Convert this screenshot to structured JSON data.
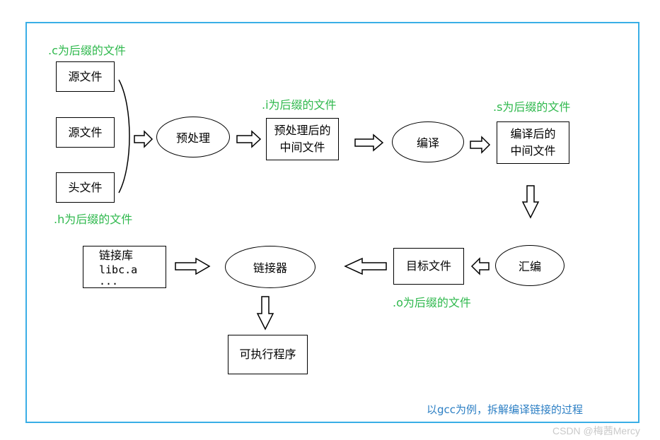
{
  "labels": {
    "c_suffix": ".c为后缀的文件",
    "h_suffix": ".h为后缀的文件",
    "i_suffix": ".i为后缀的文件",
    "s_suffix": ".s为后缀的文件",
    "o_suffix": ".o为后缀的文件",
    "caption": "以gcc为例，拆解编译链接的过程"
  },
  "nodes": {
    "source1": "源文件",
    "source2": "源文件",
    "header": "头文件",
    "preprocess": "预处理",
    "preprocessed_line1": "预处理后的",
    "preprocessed_line2": "中间文件",
    "compile": "编译",
    "compiled_line1": "编译后的",
    "compiled_line2": "中间文件",
    "assemble": "汇编",
    "object_file": "目标文件",
    "linker": "链接器",
    "library_title": "链接库",
    "library_item": "libc.a",
    "library_more": "...",
    "executable": "可执行程序"
  },
  "watermark": "CSDN @梅茜Mercy"
}
